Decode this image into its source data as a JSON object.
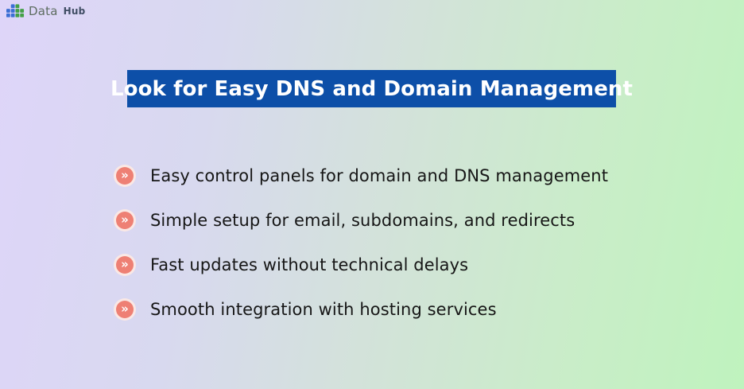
{
  "logo": {
    "icon": "block-chart-logo-icon",
    "text_primary": "Data",
    "text_secondary": "Hub"
  },
  "banner": {
    "title": "Look for Easy DNS and Domain Management"
  },
  "bullets": {
    "marker_icon": "double-chevron-right-icon",
    "marker_glyph": "»",
    "items": [
      {
        "label": "Easy control panels for domain and DNS management"
      },
      {
        "label": "Simple setup for email, subdomains, and redirects"
      },
      {
        "label": "Fast updates without technical delays"
      },
      {
        "label": "Smooth integration with hosting services"
      }
    ]
  },
  "colors": {
    "banner-bg": "#0d4fa8",
    "banner-fg": "#ffffff",
    "marker": "#ee8074",
    "bg-left": "#ded5f9",
    "bg-right": "#bff3be"
  }
}
